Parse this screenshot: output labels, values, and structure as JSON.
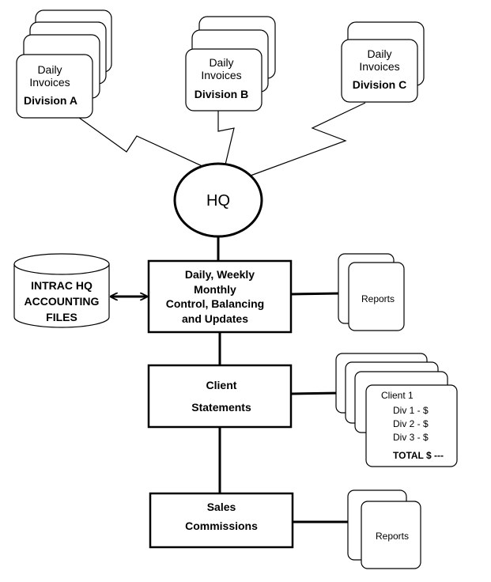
{
  "invoices": {
    "division_a": {
      "line1": "Daily",
      "line2": "Invoices",
      "division": "Division A"
    },
    "division_b": {
      "line1": "Daily",
      "line2": "Invoices",
      "division": "Division B"
    },
    "division_c": {
      "line1": "Daily",
      "line2": "Invoices",
      "division": "Division C"
    }
  },
  "hq": {
    "label": "HQ"
  },
  "accounting_files": {
    "line1": "INTRAC HQ",
    "line2": "ACCOUNTING",
    "line3": "FILES"
  },
  "control_box": {
    "line1": "Daily, Weekly",
    "line2": "Monthly",
    "line3": "Control, Balancing",
    "line4": "and Updates"
  },
  "statements_box": {
    "line1": "Client",
    "line2": "Statements"
  },
  "commissions_box": {
    "line1": "Sales",
    "line2": "Commissions"
  },
  "reports_top": {
    "label": "Reports"
  },
  "reports_bottom": {
    "label": "Reports"
  },
  "client_statement": {
    "title": "Client 1",
    "div1": "Div 1 - $",
    "div2": "Div 2 - $",
    "div3": "Div 3 - $",
    "total": "TOTAL $ ---"
  }
}
